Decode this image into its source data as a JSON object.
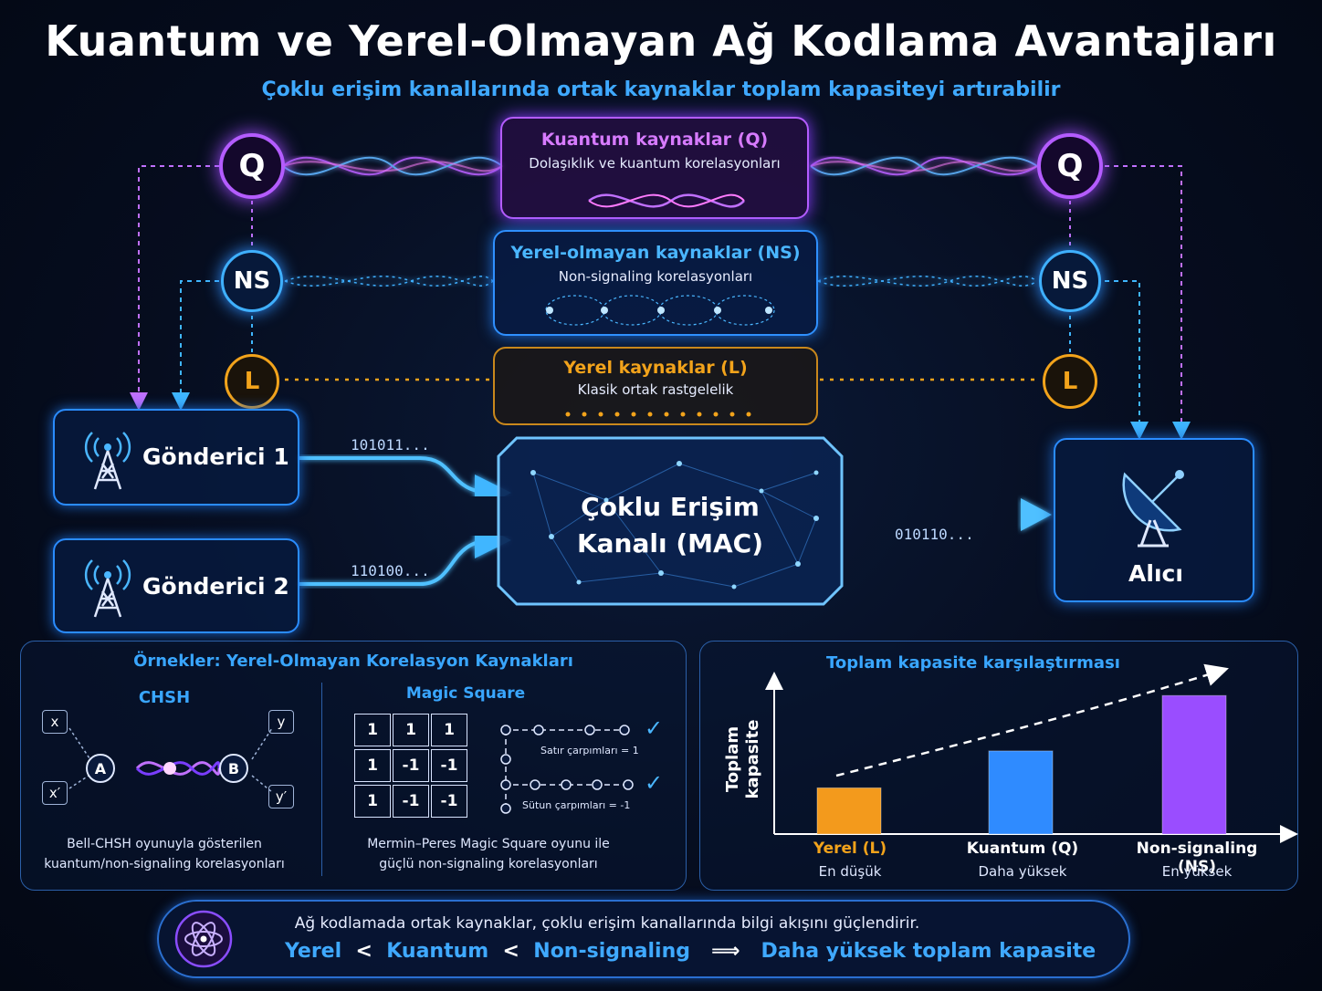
{
  "title": "Kuantum ve Yerel-Olmayan Ağ Kodlama Avantajları",
  "subtitle": "Çoklu erişim kanallarında ortak kaynaklar toplam kapasiteyi artırabilir",
  "resources": {
    "quantum": {
      "node": "Q",
      "title": "Kuantum kaynaklar (Q)",
      "desc": "Dolaşıklık ve kuantum korelasyonları",
      "color": "#b45cff"
    },
    "nonsignaling": {
      "node": "NS",
      "title": "Yerel-olmayan kaynaklar (NS)",
      "desc": "Non-signaling korelasyonları",
      "color": "#3fb0ff"
    },
    "local": {
      "node": "L",
      "title": "Yerel kaynaklar (L)",
      "desc": "Klasik ortak rastgelelik",
      "color": "#f2a31b"
    }
  },
  "senders": [
    {
      "label": "Gönderici 1",
      "bits": "101011..."
    },
    {
      "label": "Gönderici 2",
      "bits": "110100..."
    }
  ],
  "mac": {
    "line1": "Çoklu Erişim",
    "line2": "Kanalı (MAC)",
    "output_bits": "010110..."
  },
  "receiver": {
    "label": "Alıcı"
  },
  "examples": {
    "title": "Örnekler: Yerel-Olmayan Korelasyon Kaynakları",
    "chsh": {
      "title": "CHSH",
      "inputs": [
        "x",
        "x′",
        "y",
        "y′"
      ],
      "parties": [
        "A",
        "B"
      ],
      "caption_line1": "Bell-CHSH oyunuyla gösterilen",
      "caption_line2": "kuantum/non-signaling korelasyonları"
    },
    "magic": {
      "title": "Magic Square",
      "grid": [
        [
          "1",
          "1",
          "1"
        ],
        [
          "1",
          "-1",
          "-1"
        ],
        [
          "1",
          "-1",
          "-1"
        ]
      ],
      "row_note": "Satır çarpımları = 1",
      "col_note": "Sütun çarpımları = -1",
      "check": "✓",
      "caption_line1": "Mermin–Peres Magic Square oyunu ile",
      "caption_line2": "güçlü non-signaling korelasyonları"
    }
  },
  "capacity": {
    "title": "Toplam kapasite karşılaştırması",
    "axis_line1": "Toplam",
    "axis_line2": "kapasite",
    "labels": [
      {
        "name": "Yerel (L)",
        "sub": "En düşük",
        "color": "#f2a31b"
      },
      {
        "name": "Kuantum (Q)",
        "sub": "Daha yüksek",
        "color": "#ffffff"
      },
      {
        "name": "Non-signaling (NS)",
        "sub": "En yüksek",
        "color": "#ffffff"
      }
    ]
  },
  "chart_data": {
    "type": "bar",
    "title": "Toplam kapasite karşılaştırması",
    "ylabel": "Toplam kapasite",
    "categories": [
      "Yerel (L)",
      "Kuantum (Q)",
      "Non-signaling (NS)"
    ],
    "values": [
      1,
      1.8,
      3
    ],
    "colors": [
      "#f39a1c",
      "#2f8bff",
      "#9a4dff"
    ],
    "ylim": [
      0,
      3.4
    ]
  },
  "footer": {
    "line1": "Ağ kodlamada ortak kaynaklar, çoklu erişim kanallarında bilgi akışını güçlendirir.",
    "chain": [
      "Yerel",
      "<",
      "Kuantum",
      "<",
      "Non-signaling",
      "⟹",
      "Daha yüksek toplam kapasite"
    ]
  }
}
